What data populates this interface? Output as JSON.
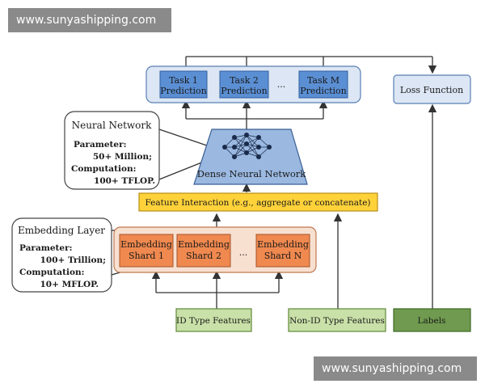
{
  "watermark": {
    "top": "www.sunyashipping.com",
    "bottom": "www.sunyashipping.com"
  },
  "tasks": [
    {
      "line1": "Task 1",
      "line2": "Prediction"
    },
    {
      "line1": "Task 2",
      "line2": "Prediction"
    },
    {
      "line1": "Task M",
      "line2": "Prediction"
    }
  ],
  "task_ellipsis": "...",
  "loss_function": "Loss Function",
  "neural_network_callout": {
    "title": "Neural Network",
    "param_label": "Parameter:",
    "param_value": "50+ Million;",
    "comp_label": "Computation:",
    "comp_value": "100+ TFLOP."
  },
  "dense_network": "Dense Neural Network",
  "feature_interaction": "Feature Interaction (e.g., aggregate or concatenate)",
  "embedding_callout": {
    "title": "Embedding Layer",
    "param_label": "Parameter:",
    "param_value": "100+ Trillion;",
    "comp_label": "Computation:",
    "comp_value": "10+ MFLOP."
  },
  "shards": [
    {
      "line1": "Embedding",
      "line2": "Shard 1"
    },
    {
      "line1": "Embedding",
      "line2": "Shard 2"
    },
    {
      "line1": "Embedding",
      "line2": "Shard N"
    }
  ],
  "shard_ellipsis": "...",
  "id_features": "ID Type Features",
  "non_id_features": "Non-ID Type Features",
  "labels": "Labels",
  "colors": {
    "task_fill": "#5b8fd4",
    "task_group_fill": "#dce6f4",
    "loss_fill": "#dce6f4",
    "dense_fill": "#9ab8e0",
    "feature_fill": "#ffd23a",
    "shard_fill": "#f0894f",
    "shard_group_fill": "#f8e0d0",
    "id_fill": "#c9e0a8",
    "labels_fill": "#6f9a4f"
  }
}
